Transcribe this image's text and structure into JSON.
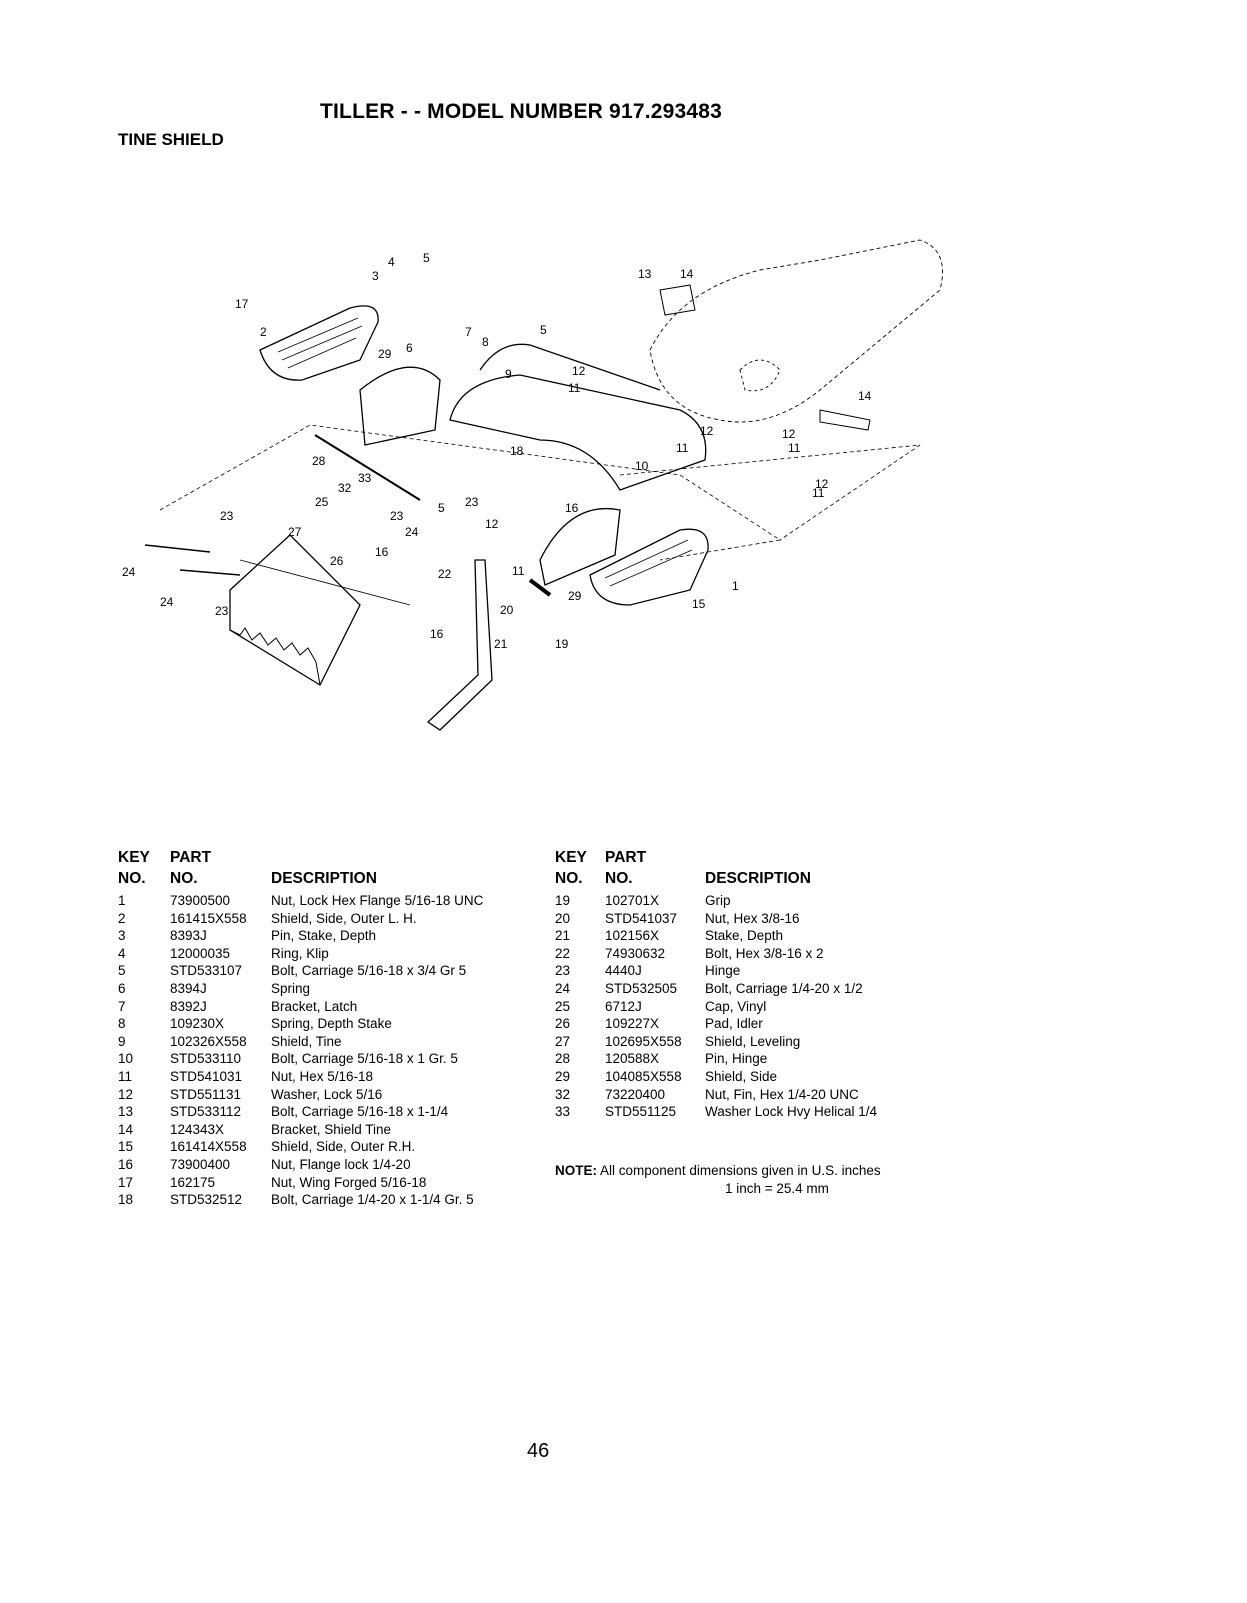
{
  "header": {
    "title": "TILLER - - MODEL NUMBER 917.293483",
    "section": "TINE SHIELD"
  },
  "table_headers": {
    "key_line1": "KEY",
    "key_line2": "NO.",
    "part_line1": "PART",
    "part_line2": "NO.",
    "description": "DESCRIPTION"
  },
  "parts_left": [
    {
      "key": "1",
      "part": "73900500",
      "desc": "Nut, Lock Hex Flange 5/16-18 UNC"
    },
    {
      "key": "2",
      "part": "161415X558",
      "desc": "Shield, Side, Outer L. H."
    },
    {
      "key": "3",
      "part": "8393J",
      "desc": "Pin, Stake, Depth"
    },
    {
      "key": "4",
      "part": "12000035",
      "desc": "Ring, Klip"
    },
    {
      "key": "5",
      "part": "STD533107",
      "desc": "Bolt, Carriage  5/16-18 x 3/4 Gr 5"
    },
    {
      "key": "6",
      "part": "8394J",
      "desc": "Spring"
    },
    {
      "key": "7",
      "part": "8392J",
      "desc": "Bracket, Latch"
    },
    {
      "key": "8",
      "part": "109230X",
      "desc": "Spring, Depth Stake"
    },
    {
      "key": "9",
      "part": "102326X558",
      "desc": "Shield, Tine"
    },
    {
      "key": "10",
      "part": "STD533110",
      "desc": "Bolt, Carriage  5/16-18 x 1 Gr. 5"
    },
    {
      "key": "11",
      "part": "STD541031",
      "desc": "Nut, Hex  5/16-18"
    },
    {
      "key": "12",
      "part": "STD551131",
      "desc": "Washer, Lock  5/16"
    },
    {
      "key": "13",
      "part": "STD533112",
      "desc": "Bolt, Carriage  5/16-18 x 1-1/4"
    },
    {
      "key": "14",
      "part": "124343X",
      "desc": "Bracket, Shield Tine"
    },
    {
      "key": "15",
      "part": "161414X558",
      "desc": "Shield, Side, Outer R.H."
    },
    {
      "key": "16",
      "part": "73900400",
      "desc": "Nut, Flange lock 1/4-20"
    },
    {
      "key": "17",
      "part": "162175",
      "desc": "Nut, Wing Forged 5/16-18"
    },
    {
      "key": "18",
      "part": "STD532512",
      "desc": "Bolt, Carriage  1/4-20 x 1-1/4 Gr. 5"
    }
  ],
  "parts_right": [
    {
      "key": "19",
      "part": "102701X",
      "desc": "Grip"
    },
    {
      "key": "20",
      "part": "STD541037",
      "desc": "Nut, Hex  3/8-16"
    },
    {
      "key": "21",
      "part": "102156X",
      "desc": "Stake, Depth"
    },
    {
      "key": "22",
      "part": "74930632",
      "desc": "Bolt, Hex  3/8-16 x 2"
    },
    {
      "key": "23",
      "part": "4440J",
      "desc": "Hinge"
    },
    {
      "key": "24",
      "part": "STD532505",
      "desc": "Bolt, Carriage  1/4-20 x 1/2"
    },
    {
      "key": "25",
      "part": "6712J",
      "desc": "Cap, Vinyl"
    },
    {
      "key": "26",
      "part": "109227X",
      "desc": "Pad, Idler"
    },
    {
      "key": "27",
      "part": "102695X558",
      "desc": "Shield, Leveling"
    },
    {
      "key": "28",
      "part": "120588X",
      "desc": "Pin, Hinge"
    },
    {
      "key": "29",
      "part": "104085X558",
      "desc": "Shield, Side"
    },
    {
      "key": "32",
      "part": "73220400",
      "desc": "Nut, Fin, Hex 1/4-20 UNC"
    },
    {
      "key": "33",
      "part": "STD551125",
      "desc": "Washer Lock Hvy Helical 1/4"
    }
  ],
  "note": {
    "label": "NOTE:",
    "text": "All component dimensions given in U.S. inches",
    "conversion": "1 inch = 25.4 mm"
  },
  "diagram_callouts": [
    "3",
    "4",
    "5",
    "17",
    "2",
    "29",
    "6",
    "7",
    "8",
    "9",
    "5",
    "13",
    "14",
    "12",
    "11",
    "18",
    "28",
    "33",
    "32",
    "25",
    "23",
    "5",
    "23",
    "27",
    "24",
    "16",
    "26",
    "22",
    "24",
    "24",
    "23",
    "16",
    "20",
    "21",
    "19",
    "12",
    "11",
    "10",
    "16",
    "29",
    "15",
    "1",
    "14",
    "12",
    "11",
    "12",
    "11",
    "11",
    "12",
    "12"
  ],
  "page_number": "46"
}
